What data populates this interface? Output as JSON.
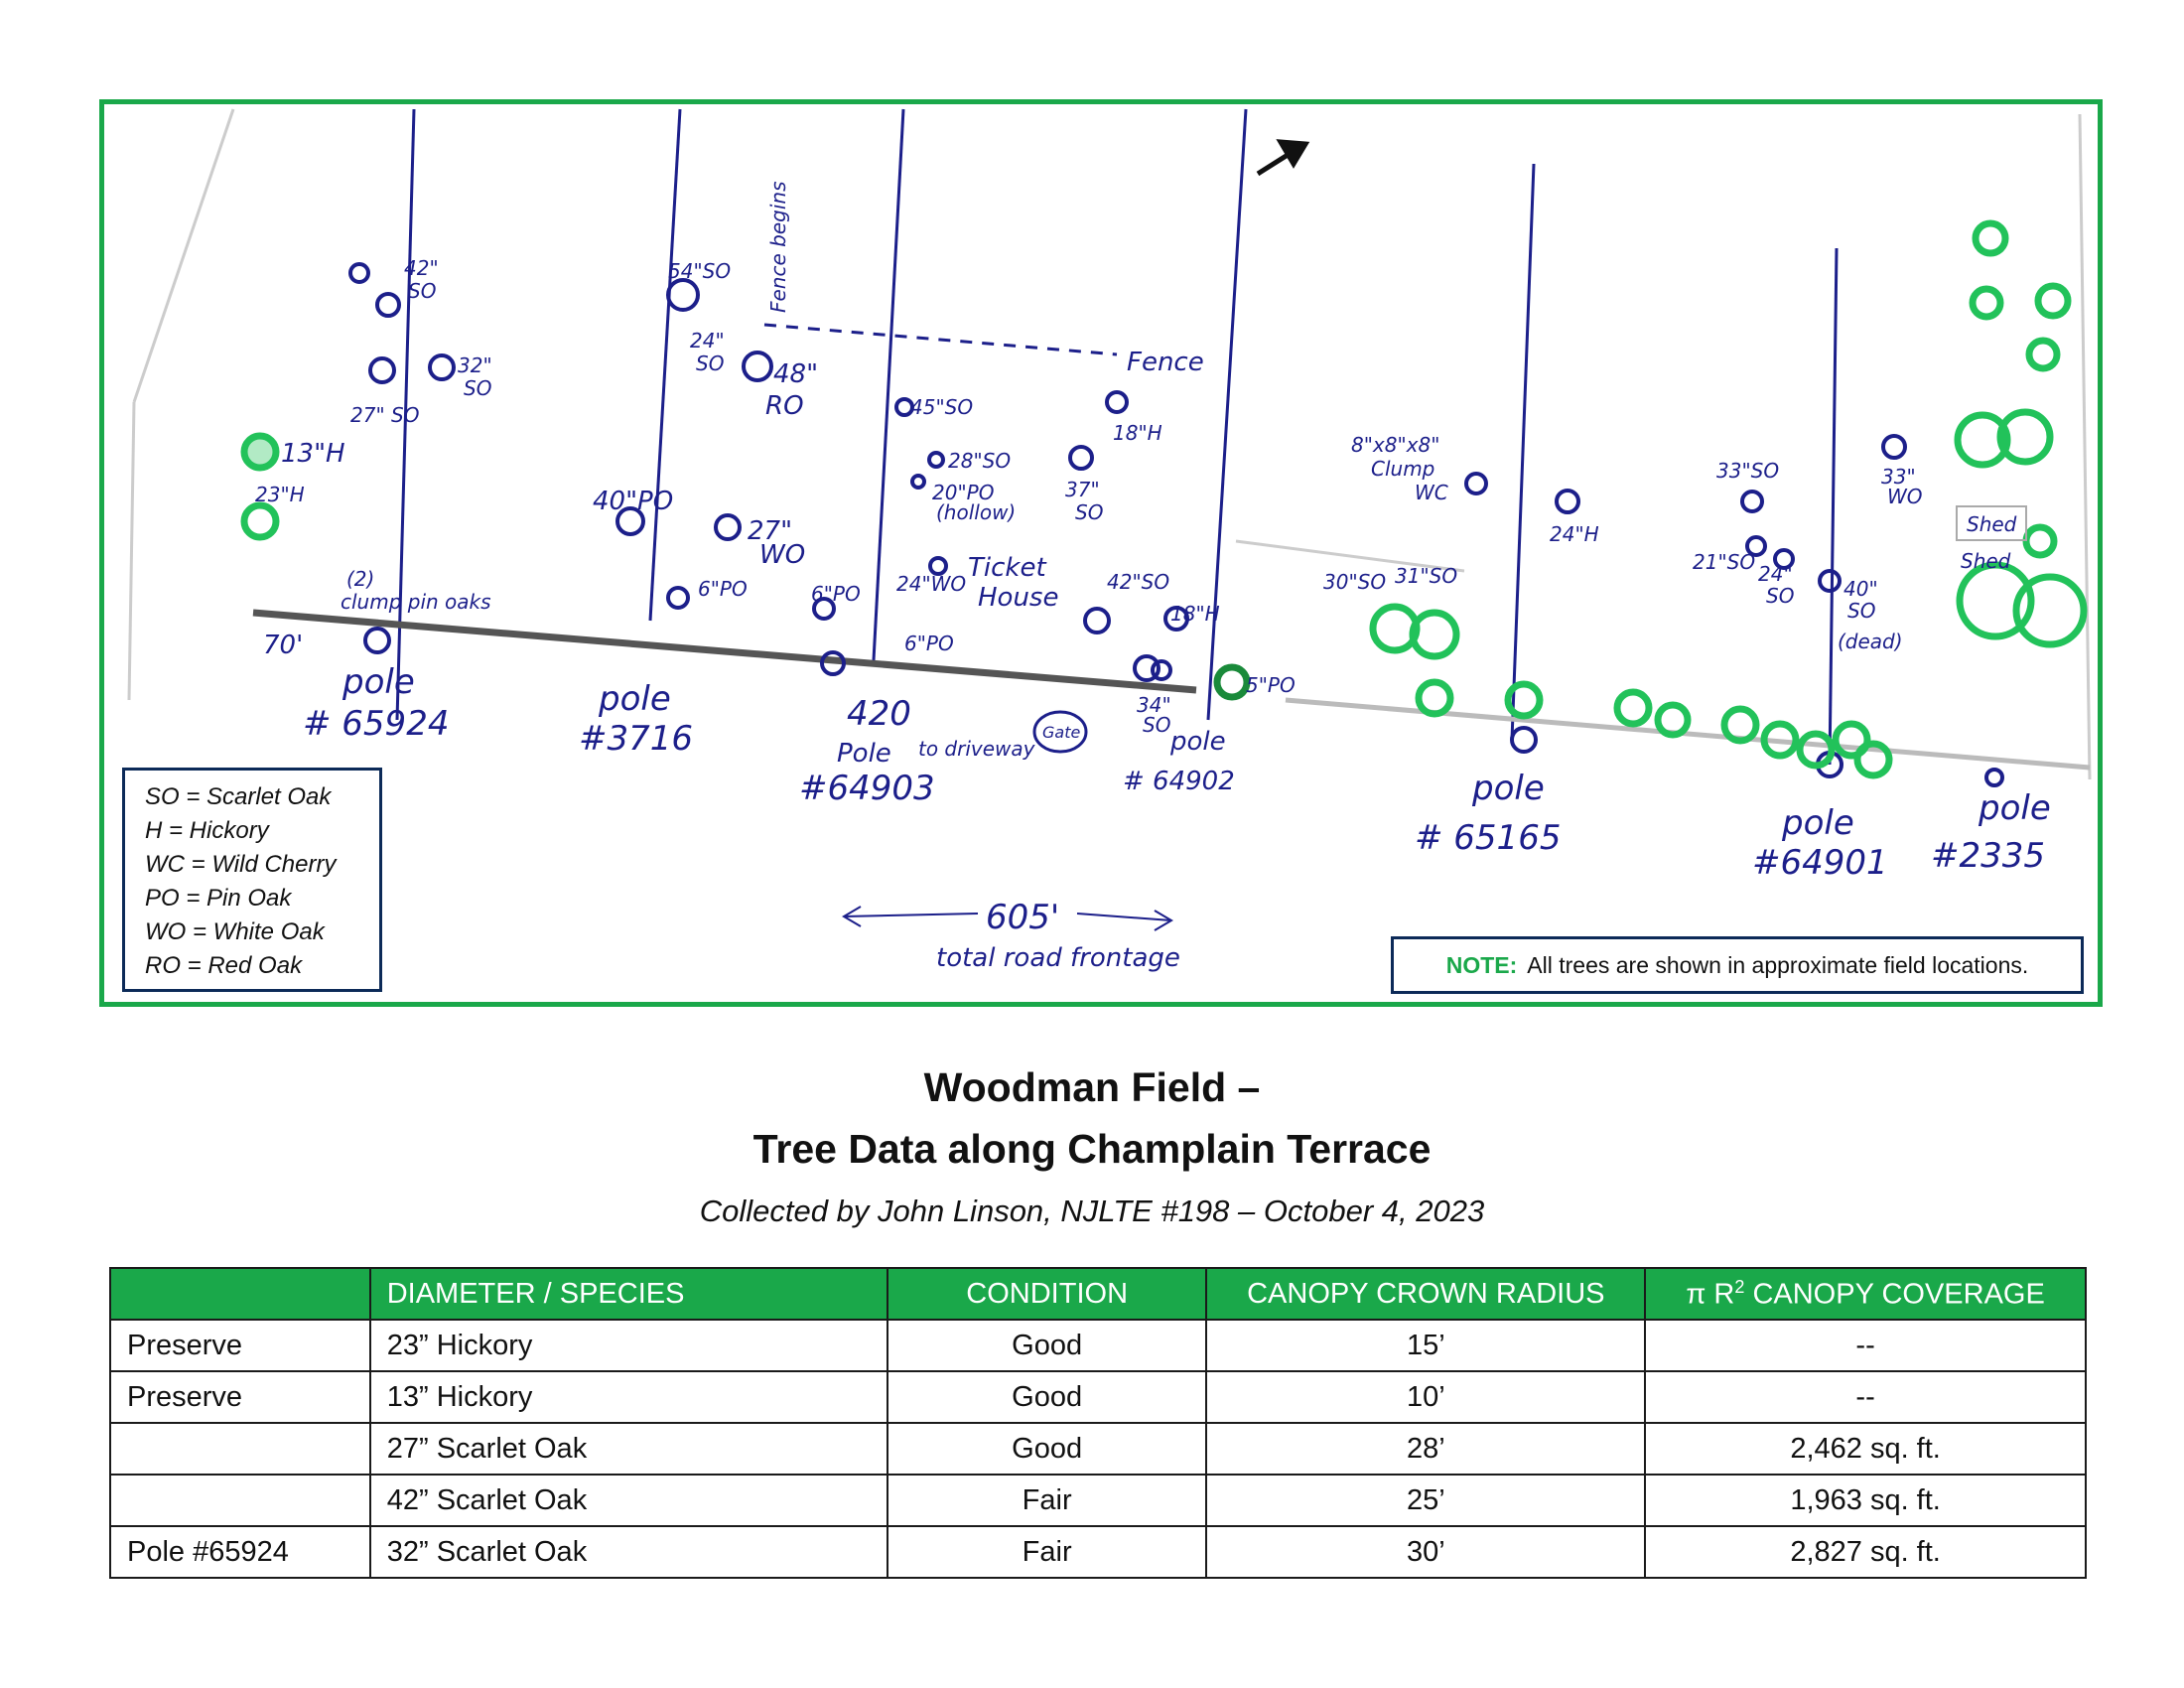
{
  "map": {
    "labels": {
      "t42so": "42\"",
      "t42so_b": "SO",
      "t32so": "32\"",
      "t32so_b": "SO",
      "t27so": "27\" SO",
      "t13h": "13\"H",
      "t23h": "23\"H",
      "clump_num": "(2)",
      "clump_txt": "clump pin oaks",
      "d70": "70'",
      "pole1": "pole",
      "pole1num": "# 65924",
      "t54so": "54\"SO",
      "t24so": "24\"",
      "t24so_b": "SO",
      "t48ro": "48\"",
      "t48ro_b": "RO",
      "fence_begins": "Fence begins",
      "fence": "Fence",
      "t40po": "40\"PO",
      "t27wo": "27\"",
      "t27wo_b": "WO",
      "t6po_a": "6\"PO",
      "t6po_b": "6\"PO",
      "pole2": "pole",
      "pole2num": "#3716",
      "t45so": "45\"SO",
      "t28so": "28\"SO",
      "t20po": "20\"PO",
      "t20po_b": "(hollow)",
      "t24wo": "24\"WO",
      "ticket": "Ticket",
      "house": "House",
      "t6po_c": "6\"PO",
      "d420": "420",
      "pole3": "Pole",
      "to_driveway": "to driveway",
      "pole3num": "#64903",
      "gate": "Gate",
      "t18h_a": "18\"H",
      "t37so": "37\"",
      "t37so_b": "SO",
      "t42so_c": "42\"SO",
      "t18h_b": "18\"H",
      "t34so": "34\"",
      "t34so_b": "SO",
      "pole4": "pole",
      "pole4num": "# 64902",
      "t5po": "5\"PO",
      "clump_wc": "8\"x8\"x8\"",
      "clump_wc_b": "Clump",
      "clump_wc_c": "WC",
      "t30so": "30\"SO",
      "t31so": "31\"SO",
      "t24h": "24\"H",
      "pole5": "pole",
      "pole5num": "# 65165",
      "t33so": "33\"SO",
      "t21so": "21\"SO",
      "t24so_2": "24\"",
      "t24so_2b": "SO",
      "t40so": "40\"",
      "t40so_b": "SO",
      "dead": "(dead)",
      "t33wo": "33\"",
      "t33wo_b": "WO",
      "pole6": "pole",
      "pole6num": "#64901",
      "pole7": "pole",
      "pole7num": "#2335",
      "shed1": "Shed",
      "shed2": "Shed",
      "d605": "605'",
      "frontage": "total road frontage"
    }
  },
  "legend": {
    "items": [
      "SO = Scarlet Oak",
      "H = Hickory",
      "WC = Wild Cherry",
      "PO = Pin Oak",
      "WO = White Oak",
      "RO = Red Oak"
    ]
  },
  "note": {
    "label": "NOTE:",
    "text": "All trees are shown in approximate field locations."
  },
  "heading": {
    "line1": "Woodman Field –",
    "line2": "Tree Data along Champlain Terrace",
    "subtitle": "Collected by John Linson, NJLTE #198 – October 4, 2023"
  },
  "table": {
    "headers": [
      "",
      "DIAMETER / SPECIES",
      "CONDITION",
      "CANOPY CROWN RADIUS"
    ],
    "last_header_prefix": "π R",
    "last_header_sup": "2",
    "last_header_suffix": " CANOPY COVERAGE",
    "rows": [
      [
        "Preserve",
        "23” Hickory",
        "Good",
        "15’",
        "--"
      ],
      [
        "Preserve",
        "13” Hickory",
        "Good",
        "10’",
        "--"
      ],
      [
        "",
        "27” Scarlet Oak",
        "Good",
        "28’",
        "2,462 sq. ft."
      ],
      [
        "",
        "42” Scarlet Oak",
        "Fair",
        "25’",
        "1,963 sq. ft."
      ],
      [
        "Pole #65924",
        "32” Scarlet Oak",
        "Fair",
        "30’",
        "2,827 sq. ft."
      ]
    ]
  },
  "colors": {
    "frame_green": "#1aa84a",
    "ink_blue": "#1c1f8a",
    "tree_green": "#22c25a",
    "box_navy": "#0c2a58"
  }
}
